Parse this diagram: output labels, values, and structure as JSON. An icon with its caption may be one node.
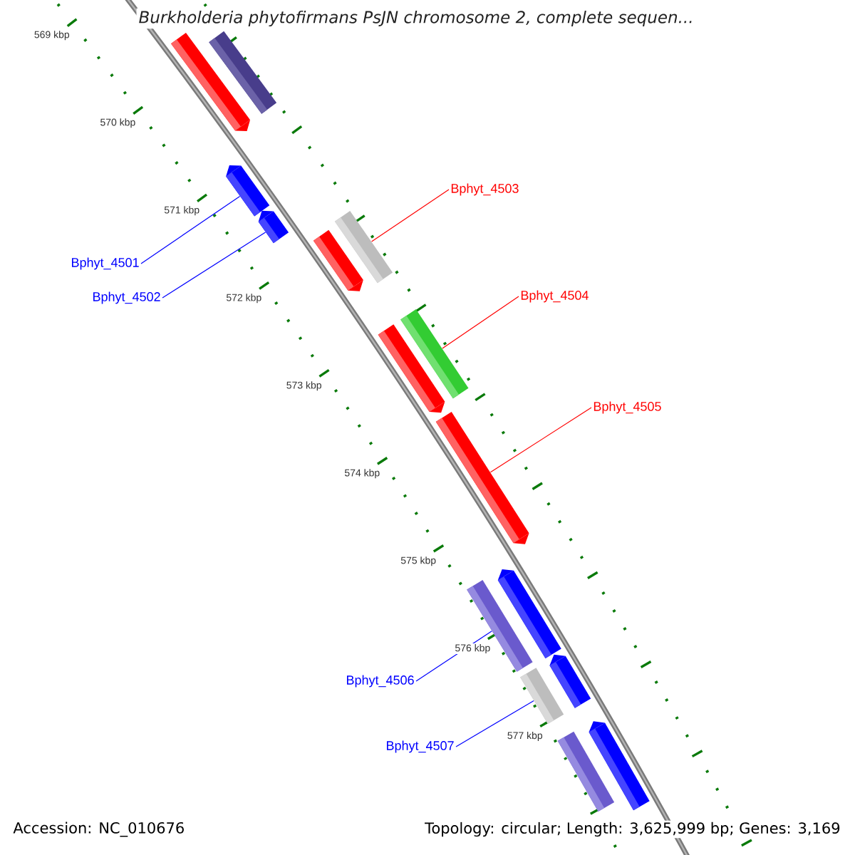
{
  "diagram": {
    "title": "Burkholderia phytofirmans PsJN chromosome 2, complete sequen...",
    "nodes": [
      {
        "text": [
          "Bphyt_4501"
        ]
      },
      {
        "text": [
          "Bphyt_4502"
        ]
      },
      {
        "text": [
          "Bphyt_4503"
        ]
      },
      {
        "text": [
          "Bphyt_4504"
        ]
      },
      {
        "text": [
          "Bphyt_4505"
        ]
      },
      {
        "text": [
          "Bphyt_4506"
        ]
      },
      {
        "text": [
          "Bphyt_4507"
        ]
      },
      {
        "text": [],
        "shape": "bar"
      },
      {
        "text": [],
        "shape": "bar"
      },
      {
        "text": [],
        "shape": "bar"
      },
      {
        "text": [],
        "shape": "bar"
      },
      {
        "text": [],
        "shape": "bar"
      },
      {
        "text": [],
        "shape": "bar"
      },
      {
        "text": [],
        "shape": "bar"
      },
      {
        "text": [],
        "shape": "bar"
      },
      {
        "text": [],
        "shape": "bar"
      },
      {
        "text": [],
        "shape": "bar"
      },
      {
        "text": [],
        "shape": "bar"
      },
      {
        "text": [],
        "shape": "bar"
      },
      {
        "text": [],
        "shape": "bar"
      },
      {
        "text": [],
        "shape": "bar"
      },
      {
        "text": [],
        "shape": "bar"
      }
    ],
    "edges": [
      {
        "from": 0,
        "to": 9,
        "arrow": "none"
      },
      {
        "from": 1,
        "to": 10,
        "arrow": "none"
      },
      {
        "from": 2,
        "to": 12,
        "arrow": "none",
        "color": "#ff0000"
      },
      {
        "from": 3,
        "to": 14,
        "arrow": "none",
        "color": "#ff0000"
      },
      {
        "from": 4,
        "to": 15,
        "arrow": "none",
        "color": "#ff0000"
      },
      {
        "from": 5,
        "to": 17,
        "arrow": "none"
      },
      {
        "from": 6,
        "to": 19,
        "arrow": "none"
      }
    ],
    "labels": [
      "569 kbp",
      "570 kbp",
      "571 kbp",
      "572 kbp",
      "573 kbp",
      "574 kbp",
      "575 kbp",
      "576 kbp",
      "577 kbp",
      "Accession: NC_010676",
      "Topology: circular; Length: 3,625,999 bp; Genes: 3,169"
    ]
  }
}
